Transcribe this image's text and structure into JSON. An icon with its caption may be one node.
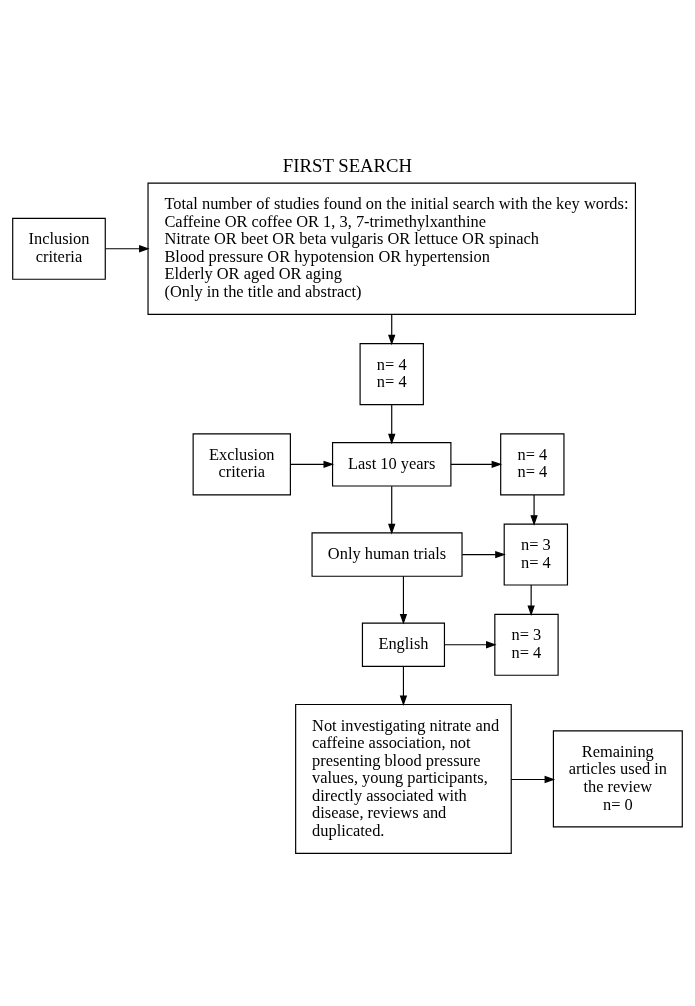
{
  "diagram": {
    "title": "FIRST SEARCH",
    "nodes": [
      {
        "text": [
          "Inclusion criteria"
        ]
      },
      {
        "text": [
          "Total number of studies found on the initial search with the key words:",
          "Caffeine OR coffee OR 1, 3, 7-trimethylxanthine",
          "Nitrate OR beet OR beta vulgaris OR lettuce OR spinach",
          "Blood pressure OR hypotension OR hypertension",
          "Elderly OR aged OR aging",
          "(Only in the title and abstract)"
        ]
      },
      {
        "text": [
          "n= 4",
          "n= 4"
        ]
      },
      {
        "text": [
          "Exclusion criteria"
        ]
      },
      {
        "text": [
          "Last 10 years"
        ]
      },
      {
        "text": [
          "n= 4",
          "n= 4"
        ]
      },
      {
        "text": [
          "Only human trials"
        ]
      },
      {
        "text": [
          "n= 3",
          "n= 4"
        ]
      },
      {
        "text": [
          "English"
        ]
      },
      {
        "text": [
          "n= 3",
          "n= 4"
        ]
      },
      {
        "text": [
          "Not investigating nitrate and caffeine association, not presenting blood pressure values, young participants, directly associated with disease, reviews and duplicated."
        ]
      },
      {
        "text": [
          "Remaining articles used in the review",
          "n= 0"
        ]
      }
    ],
    "edges": [
      {
        "from": 0,
        "to": 1,
        "arrow": "to"
      },
      {
        "from": 1,
        "to": 2,
        "arrow": "to"
      },
      {
        "from": 2,
        "to": 4,
        "arrow": "to"
      },
      {
        "from": 3,
        "to": 4,
        "arrow": "to"
      },
      {
        "from": 4,
        "to": 5,
        "arrow": "to"
      },
      {
        "from": 4,
        "to": 6,
        "arrow": "to"
      },
      {
        "from": 5,
        "to": 7,
        "arrow": "to"
      },
      {
        "from": 6,
        "to": 7,
        "arrow": "to"
      },
      {
        "from": 6,
        "to": 8,
        "arrow": "to"
      },
      {
        "from": 7,
        "to": 9,
        "arrow": "to"
      },
      {
        "from": 8,
        "to": 9,
        "arrow": "to"
      },
      {
        "from": 8,
        "to": 10,
        "arrow": "to"
      },
      {
        "from": 10,
        "to": 11,
        "arrow": "to"
      }
    ]
  }
}
